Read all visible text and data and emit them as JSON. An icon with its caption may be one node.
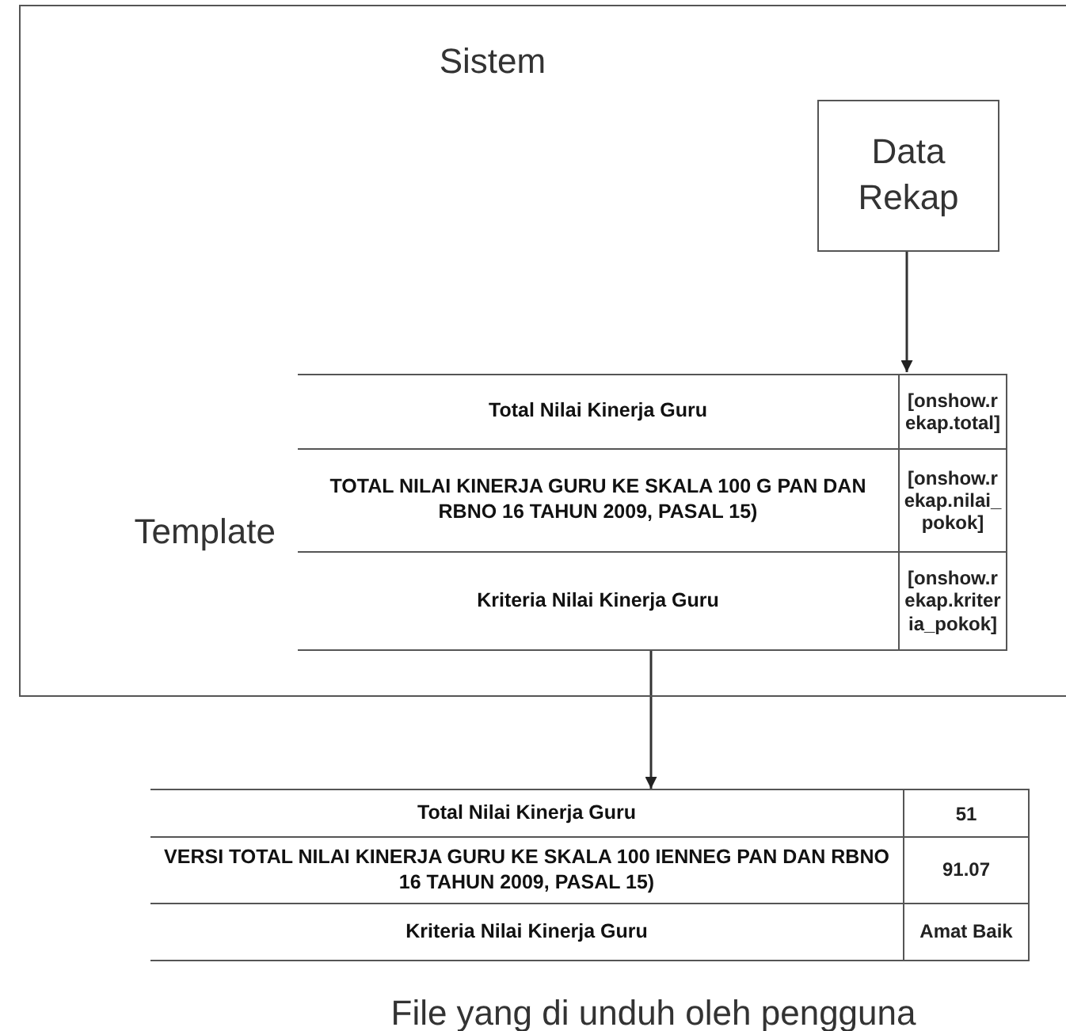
{
  "diagram": {
    "nodes": [
      {
        "text": [
          "Sistem"
        ]
      },
      {
        "text": [
          "Data Rekap"
        ],
        "in": 0
      },
      {
        "text": [
          "Template",
          "Total Nilai Kinerja Guru",
          "[onshow.rekap.total]",
          "TOTAL NILAI KINERJA GURU KE SKALA 100 G PAN DAN RBNO 16 TAHUN 2009, PASAL 15)",
          "[onshow.rekap.nilai_pokok]",
          "Kriteria Nilai Kinerja Guru",
          "[onshow.rekap.kriteria_pokok]"
        ],
        "in": 0
      },
      {
        "text": [
          "Total Nilai Kinerja Guru",
          "51",
          "VERSI TOTAL NILAI KINERJA GURU KE SKALA 100 IENNEG PAN DAN RBNO 16 TAHUN 2009, PASAL 15)",
          "91.07",
          "Kriteria Nilai Kinerja Guru",
          "Amat Baik"
        ],
        "beside": [
          "File yang di unduh oleh pengguna"
        ]
      }
    ],
    "edges": [
      {
        "from": 1,
        "to": 2,
        "arrow": "to"
      },
      {
        "from": 2,
        "to": 3,
        "arrow": "to"
      }
    ]
  }
}
